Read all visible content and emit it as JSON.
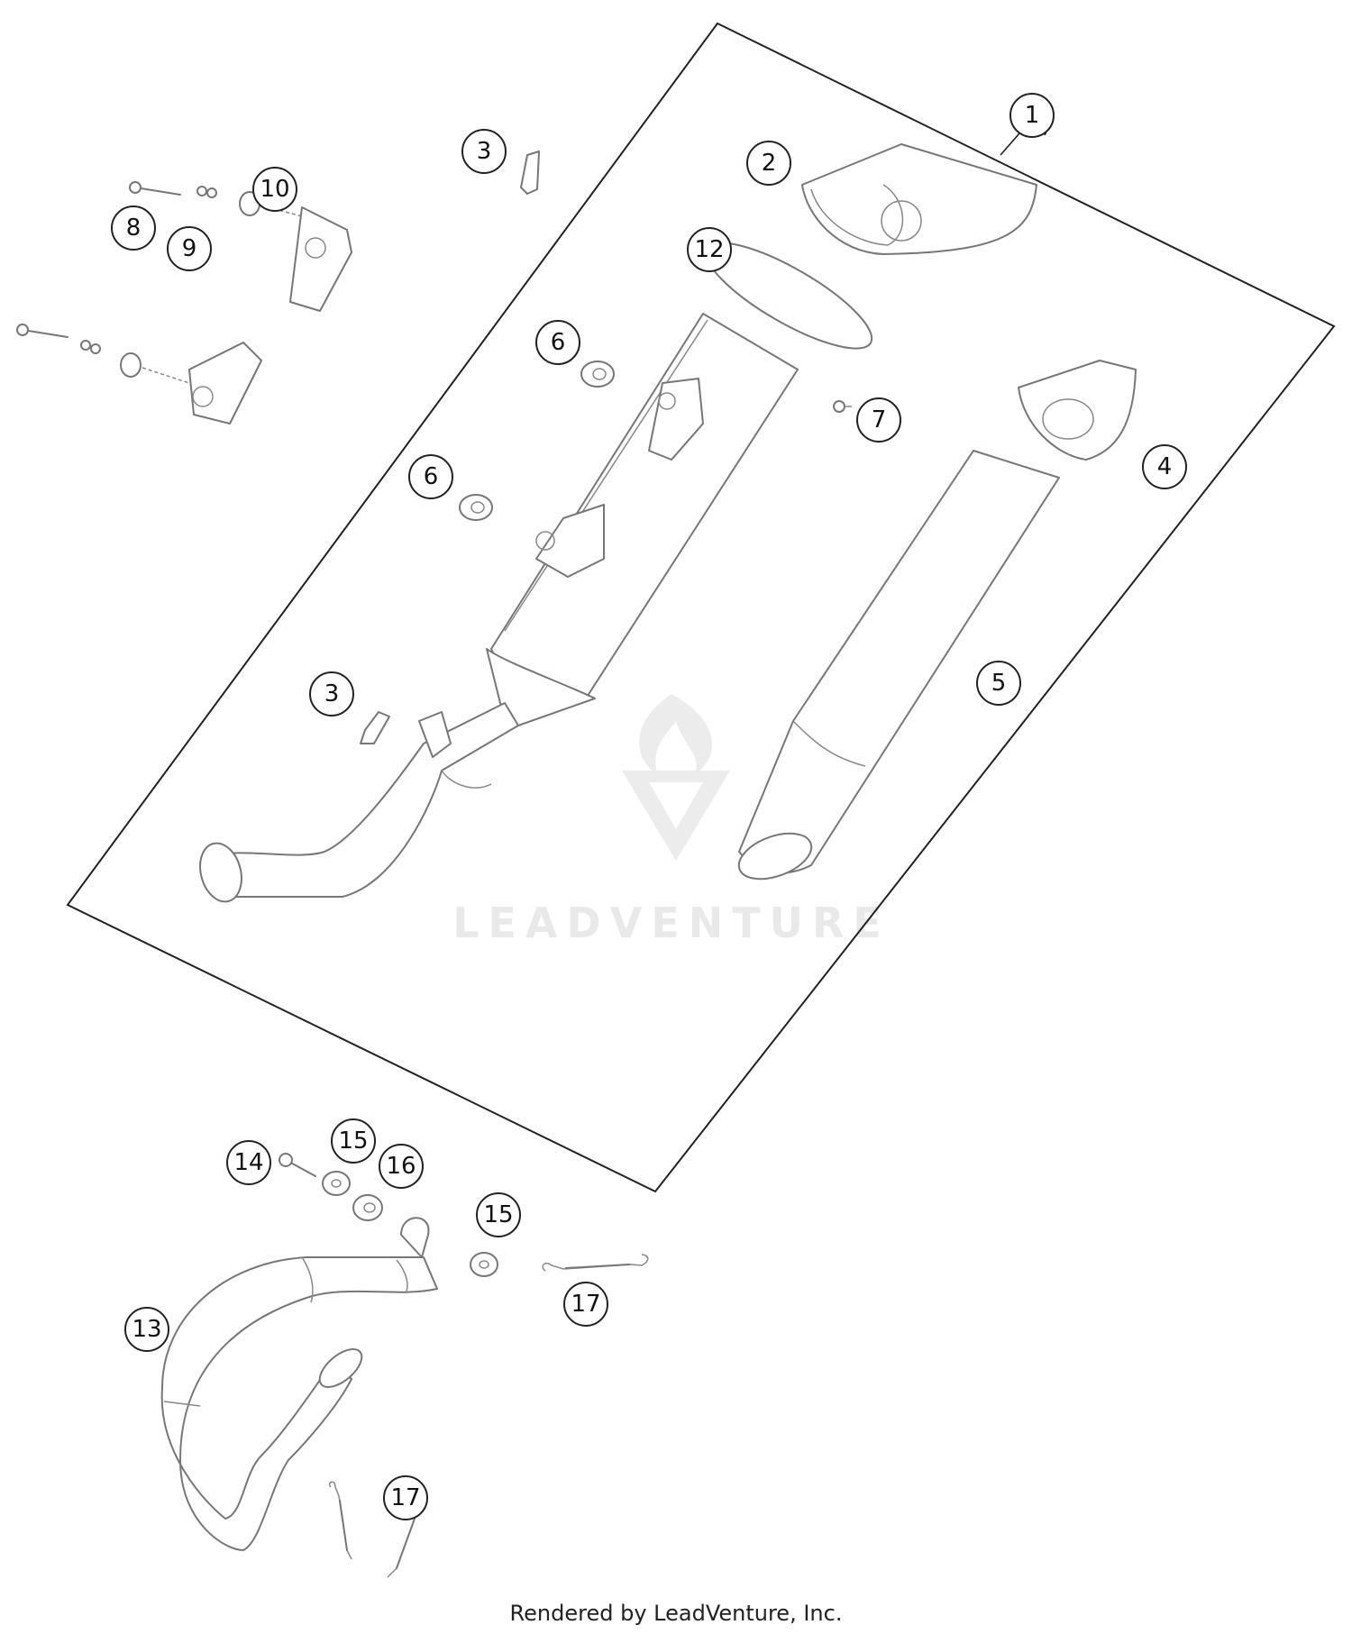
{
  "watermark": {
    "brand": "LEADVENTURE"
  },
  "footer": {
    "text": "Rendered by LeadVenture, Inc."
  },
  "callouts": [
    {
      "id": "c1",
      "label": "1"
    },
    {
      "id": "c2",
      "label": "2"
    },
    {
      "id": "c3a",
      "label": "3"
    },
    {
      "id": "c3b",
      "label": "3"
    },
    {
      "id": "c4",
      "label": "4"
    },
    {
      "id": "c5",
      "label": "5"
    },
    {
      "id": "c6a",
      "label": "6"
    },
    {
      "id": "c6b",
      "label": "6"
    },
    {
      "id": "c7",
      "label": "7"
    },
    {
      "id": "c8",
      "label": "8"
    },
    {
      "id": "c9",
      "label": "9"
    },
    {
      "id": "c10",
      "label": "10"
    },
    {
      "id": "c12",
      "label": "12"
    },
    {
      "id": "c13",
      "label": "13"
    },
    {
      "id": "c14",
      "label": "14"
    },
    {
      "id": "c15a",
      "label": "15"
    },
    {
      "id": "c15b",
      "label": "15"
    },
    {
      "id": "c16",
      "label": "16"
    },
    {
      "id": "c17a",
      "label": "17"
    },
    {
      "id": "c17b",
      "label": "17"
    }
  ]
}
